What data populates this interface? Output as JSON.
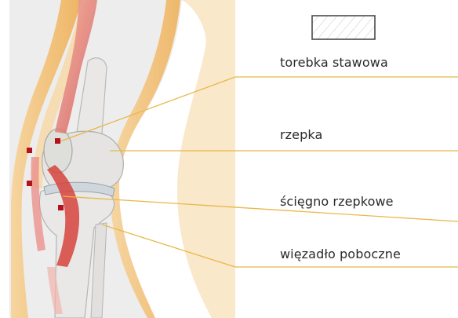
{
  "legend": {
    "swatch": "hatched-rectangle",
    "swatch_color": "#4a4a4a"
  },
  "labels": [
    {
      "id": "capsule",
      "text": "torebka stawowa"
    },
    {
      "id": "patella",
      "text": "rzepka"
    },
    {
      "id": "patellar-tendon",
      "text": "ścięgno rzepkowe"
    },
    {
      "id": "collateral-ligament",
      "text": "więzadło poboczne"
    }
  ],
  "colors": {
    "leader": "#e8b84a",
    "skin": "#f3c889",
    "skin_dark": "#e6a64e",
    "bone": "#e9e8e6",
    "bone_shade": "#cfcfcd",
    "muscle": "#d9413c",
    "muscle_light": "#f0a09a",
    "marker": "#b3121a",
    "panel": "#ededed"
  }
}
